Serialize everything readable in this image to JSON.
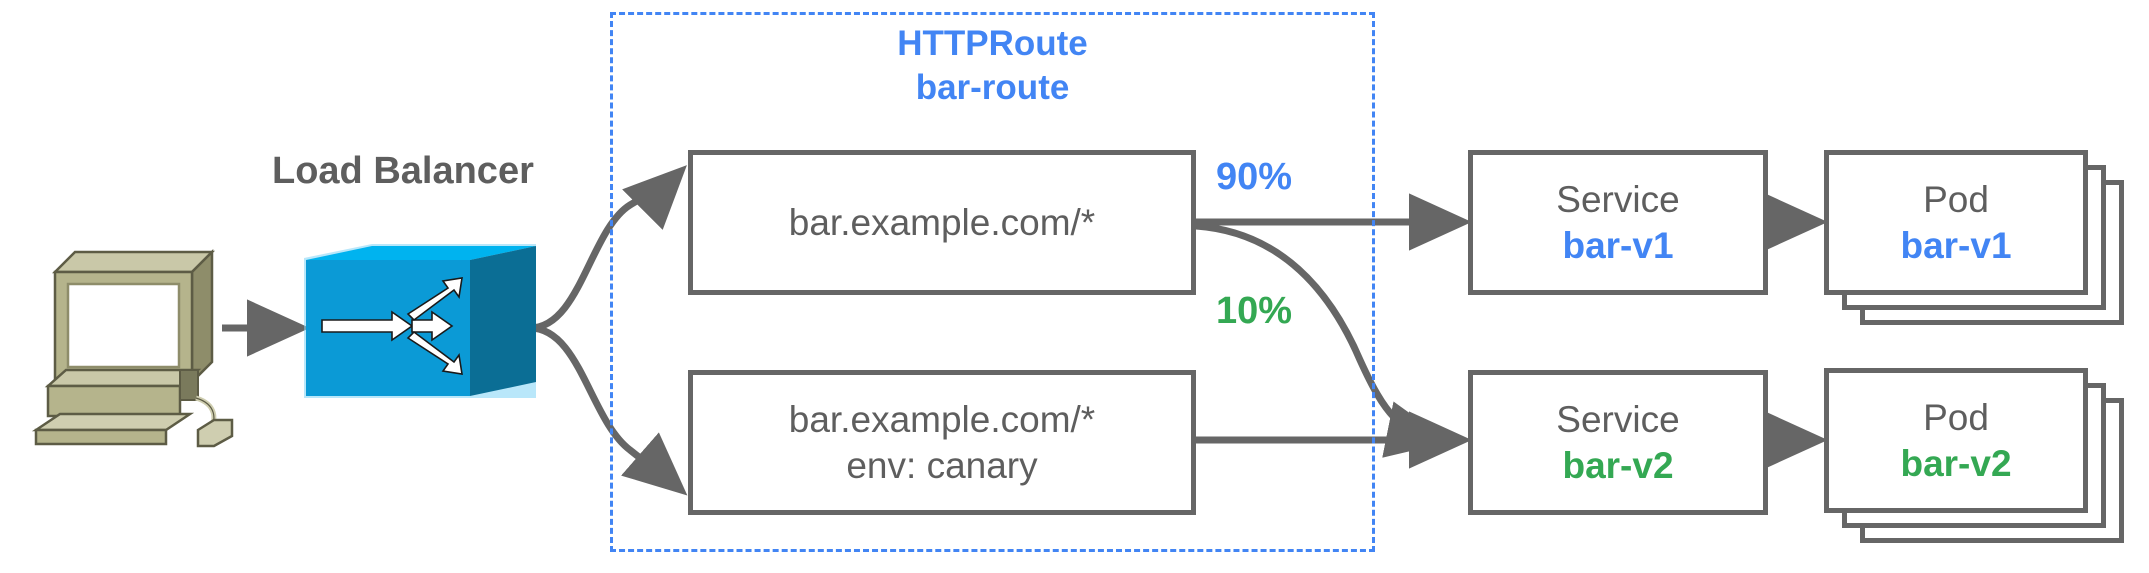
{
  "diagram": {
    "title": "HTTPRoute traffic split canary diagram",
    "colors": {
      "blue": "#4285f4",
      "green": "#34a853",
      "gray": "#666666",
      "text_gray": "#5e5e5e",
      "router_blue": "#0b9ad6",
      "computer_khaki": "#b5b48c"
    }
  },
  "client": {
    "icon": "computer-workstation-icon"
  },
  "load_balancer": {
    "label": "Load Balancer",
    "icon": "router-switch-icon"
  },
  "httproute": {
    "kind": "HTTPRoute",
    "name": "bar-route",
    "rules": [
      {
        "match": "bar.example.com/*",
        "header": ""
      },
      {
        "match": "bar.example.com/*",
        "header": "env: canary"
      }
    ]
  },
  "weights": [
    {
      "label": "90%",
      "color": "#4285f4"
    },
    {
      "label": "10%",
      "color": "#34a853"
    }
  ],
  "backends": [
    {
      "service_kind": "Service",
      "service_name": "bar-v1",
      "pod_kind": "Pod",
      "pod_name": "bar-v1",
      "color": "#4285f4",
      "pod_replicas": 3
    },
    {
      "service_kind": "Service",
      "service_name": "bar-v2",
      "pod_kind": "Pod",
      "pod_name": "bar-v2",
      "color": "#34a853",
      "pod_replicas": 3
    }
  ]
}
